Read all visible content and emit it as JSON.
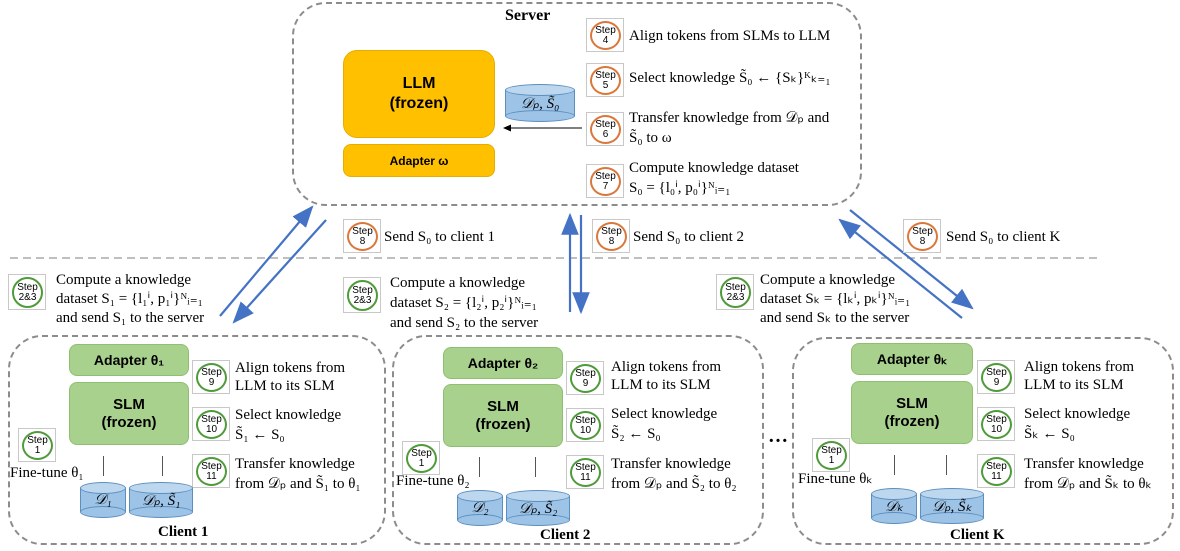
{
  "server": {
    "title": "Server",
    "llm_label": "LLM",
    "llm_sub": "(frozen)",
    "adapter_label": "Adapter ω",
    "public_data": "𝒟ₚ, S̃₀",
    "steps": [
      {
        "step": "Step 4",
        "text": "Align tokens from SLMs to LLM"
      },
      {
        "step": "Step 5",
        "text": "Select knowledge S̃₀ ← {Sₖ}ᴷₖ₌₁"
      },
      {
        "step": "Step 6",
        "text_line1": "Transfer knowledge from 𝒟ₚ and",
        "text_line2": "S̃₀ to ω"
      },
      {
        "step": "Step 7",
        "text_line1": "Compute knowledge dataset",
        "text_line2": "S₀ = {l₀ⁱ, p₀ⁱ}ᴺᵢ₌₁"
      }
    ]
  },
  "send_steps": [
    {
      "step": "Step 8",
      "text": "Send S₀ to client 1"
    },
    {
      "step": "Step 8",
      "text": "Send S₀ to client 2"
    },
    {
      "step": "Step 8",
      "text": "Send S₀ to client K"
    }
  ],
  "upload_steps": [
    {
      "step": "Step 2&3",
      "line1": "Compute a knowledge",
      "line2": "dataset S₁ = {l₁ⁱ, p₁ⁱ}ᴺᵢ₌₁",
      "line3": "and send S₁ to the server"
    },
    {
      "step": "Step 2&3",
      "line1": "Compute a knowledge",
      "line2": "dataset S₂ = {l₂ⁱ, p₂ⁱ}ᴺᵢ₌₁",
      "line3": "and send S₂ to the server"
    },
    {
      "step": "Step 2&3",
      "line1": "Compute a knowledge",
      "line2": "dataset Sₖ = {lₖⁱ, pₖⁱ}ᴺᵢ₌₁",
      "line3": "and send Sₖ to the server"
    }
  ],
  "clients": [
    {
      "caption": "Client 1",
      "adapter": "Adapter θ₁",
      "slm": "SLM",
      "slm_sub": "(frozen)",
      "finetune_step": "Step 1",
      "finetune": "Fine-tune θ₁",
      "private_data": "𝒟₁",
      "public_data": "𝒟ₚ, S̃₁",
      "step9": "Step 9",
      "step9_l1": "Align tokens from",
      "step9_l2": "LLM to its SLM",
      "step10": "Step 10",
      "step10_l1": "Select knowledge",
      "step10_l2": "S̃₁ ← S₀",
      "step11": "Step 11",
      "step11_l1": "Transfer knowledge",
      "step11_l2": "from 𝒟ₚ and S̃₁ to θ₁"
    },
    {
      "caption": "Client 2",
      "adapter": "Adapter θ₂",
      "slm": "SLM",
      "slm_sub": "(frozen)",
      "finetune_step": "Step 1",
      "finetune": "Fine-tune θ₂",
      "private_data": "𝒟₂",
      "public_data": "𝒟ₚ, S̃₂",
      "step9": "Step 9",
      "step9_l1": "Align tokens from",
      "step9_l2": "LLM to its SLM",
      "step10": "Step 10",
      "step10_l1": "Select knowledge",
      "step10_l2": "S̃₂ ← S₀",
      "step11": "Step 11",
      "step11_l1": "Transfer knowledge",
      "step11_l2": "from 𝒟ₚ and S̃₂ to θ₂"
    },
    {
      "caption": "Client K",
      "adapter": "Adapter θₖ",
      "slm": "SLM",
      "slm_sub": "(frozen)",
      "finetune_step": "Step 1",
      "finetune": "Fine-tune θₖ",
      "private_data": "𝒟ₖ",
      "public_data": "𝒟ₚ, S̃ₖ",
      "step9": "Step 9",
      "step9_l1": "Align tokens from",
      "step9_l2": "LLM to its SLM",
      "step10": "Step 10",
      "step10_l1": "Select knowledge",
      "step10_l2": "S̃ₖ ← S₀",
      "step11": "Step 11",
      "step11_l1": "Transfer knowledge",
      "step11_l2": "from 𝒟ₚ and S̃ₖ to θₖ"
    }
  ],
  "ellipsis": "…",
  "colors": {
    "llm": "#ffc000",
    "slm": "#a9d18e",
    "arrow": "#4472c4",
    "server_step": "#d9783a",
    "client_step": "#4f9a3a"
  }
}
